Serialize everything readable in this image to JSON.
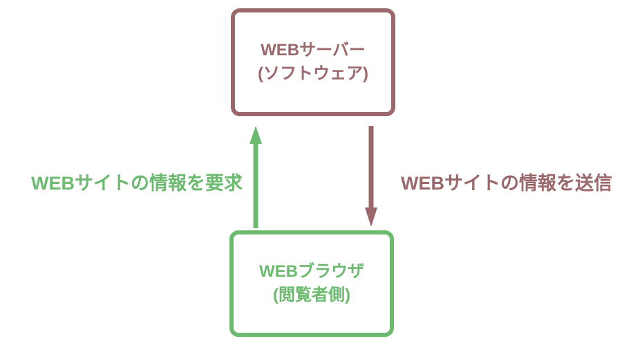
{
  "diagram": {
    "server_box": {
      "line1": "WEBサーバー",
      "line2": "(ソフトウェア)"
    },
    "browser_box": {
      "line1": "WEBブラウザ",
      "line2": "(閲覧者側)"
    },
    "request_label": "WEBサイトの情報を要求",
    "response_label": "WEBサイトの情報を送信"
  },
  "colors": {
    "green": "#6cba70",
    "maroon": "#9a686b",
    "background": "#ffffff"
  }
}
